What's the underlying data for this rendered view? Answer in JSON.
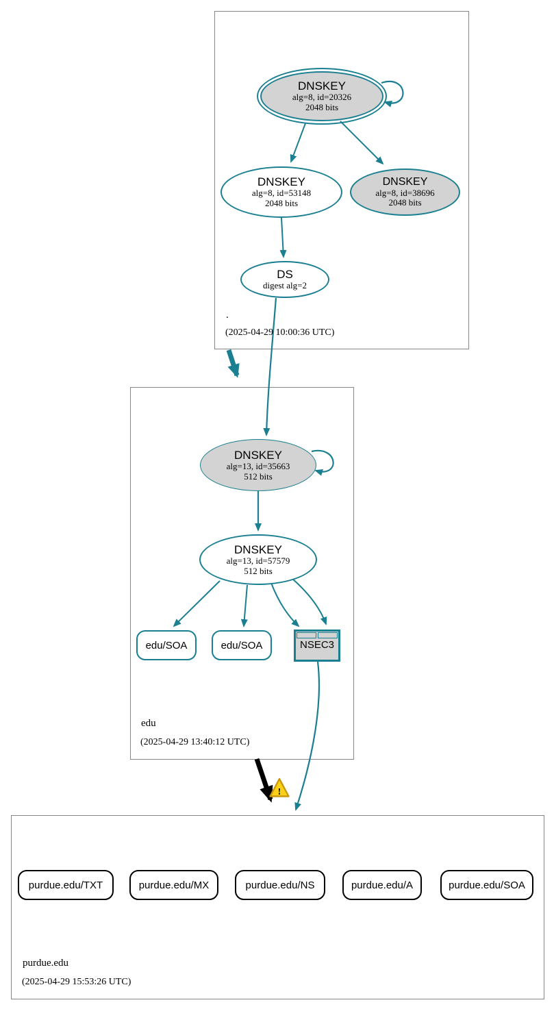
{
  "colors": {
    "edge_teal": "#1a7f90",
    "node_fill_gray": "#d3d3d3",
    "zone_box_border": "#858585",
    "bogus_edge_black": "#000000",
    "warning_fill": "#fcd116",
    "warning_border": "#c9980f"
  },
  "zones": {
    "root": {
      "name": ".",
      "timestamp": "(2025-04-29 10:00:36 UTC)"
    },
    "edu": {
      "name": "edu",
      "timestamp": "(2025-04-29 13:40:12 UTC)"
    },
    "purdue": {
      "name": "purdue.edu",
      "timestamp": "(2025-04-29 15:53:26 UTC)"
    }
  },
  "nodes": {
    "root_ksk": {
      "title": "DNSKEY",
      "line2": "alg=8, id=20326",
      "line3": "2048 bits"
    },
    "root_zsk": {
      "title": "DNSKEY",
      "line2": "alg=8, id=53148",
      "line3": "2048 bits"
    },
    "root_ksk2": {
      "title": "DNSKEY",
      "line2": "alg=8, id=38696",
      "line3": "2048 bits"
    },
    "root_ds": {
      "title": "DS",
      "line2": "digest alg=2"
    },
    "edu_ksk": {
      "title": "DNSKEY",
      "line2": "alg=13, id=35663",
      "line3": "512 bits"
    },
    "edu_zsk": {
      "title": "DNSKEY",
      "line2": "alg=13, id=57579",
      "line3": "512 bits"
    },
    "edu_soa_1": {
      "label": "edu/SOA"
    },
    "edu_soa_2": {
      "label": "edu/SOA"
    },
    "nsec3": {
      "label": "NSEC3"
    },
    "purdue_txt": {
      "label": "purdue.edu/TXT"
    },
    "purdue_mx": {
      "label": "purdue.edu/MX"
    },
    "purdue_ns": {
      "label": "purdue.edu/NS"
    },
    "purdue_a": {
      "label": "purdue.edu/A"
    },
    "purdue_soa": {
      "label": "purdue.edu/SOA"
    }
  },
  "icons": {
    "warning": "!"
  }
}
